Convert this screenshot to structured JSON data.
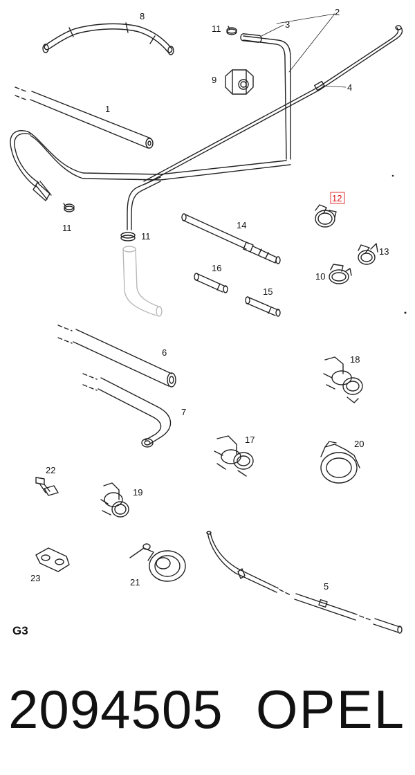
{
  "diagram": {
    "section_code": "G3",
    "highlighted_callout": "12",
    "callouts": {
      "c1": "1",
      "c2": "2",
      "c3": "3",
      "c4": "4",
      "c5": "5",
      "c6": "6",
      "c7": "7",
      "c8": "8",
      "c9": "9",
      "c10": "10",
      "c11a": "11",
      "c11b": "11",
      "c11c": "11",
      "c12": "12",
      "c13": "13",
      "c14": "14",
      "c15": "15",
      "c16": "16",
      "c17": "17",
      "c18": "18",
      "c19": "19",
      "c20": "20",
      "c21": "21",
      "c22": "22",
      "c23": "23"
    },
    "colors": {
      "line": "#222222",
      "ghost": "#b8b8b8",
      "highlight": "#e03030"
    }
  },
  "footer": {
    "part_number": "2094505",
    "brand": "OPEL"
  }
}
